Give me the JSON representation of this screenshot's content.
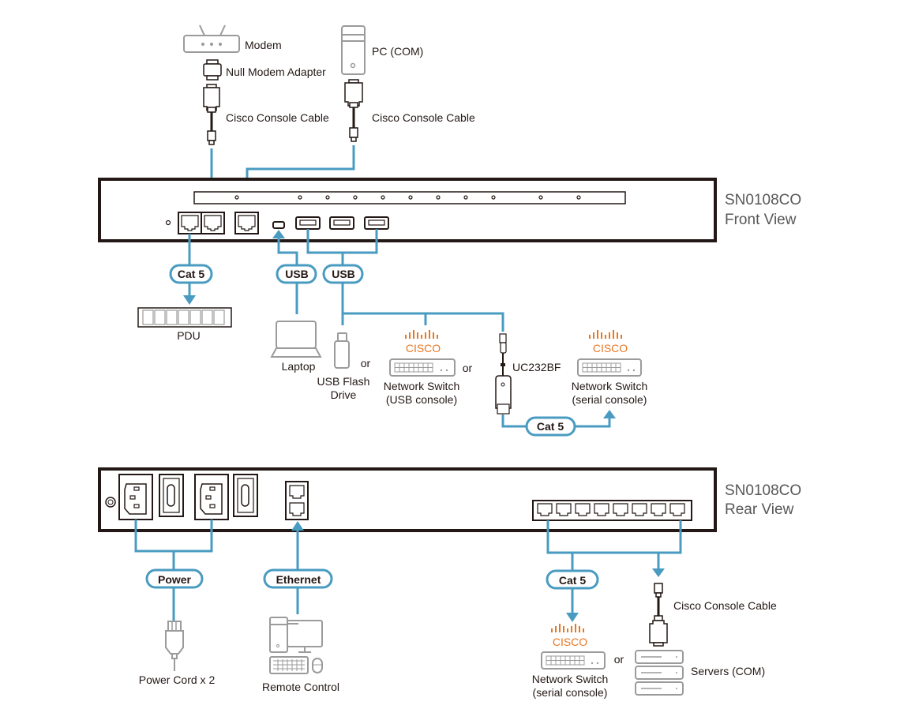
{
  "colors": {
    "cable": "#4a9bc1",
    "cisco_brand": "#e87722",
    "device_outline": "#231815",
    "peripheral_outline": "#9b9b9b",
    "view_label": "#595757"
  },
  "front": {
    "model": "SN0108CO",
    "view": "Front View",
    "top_devices": [
      {
        "label": "Modem",
        "icon": "modem-icon"
      },
      {
        "label": "Null Modem Adapter",
        "icon": "null-modem-adapter-icon"
      },
      {
        "label": "Cisco Console Cable",
        "icon": "console-cable-icon"
      },
      {
        "label": "PC (COM)",
        "icon": "pc-tower-icon"
      },
      {
        "label": "Cisco Console Cable",
        "icon": "console-cable-icon"
      }
    ],
    "connections": {
      "cat5": "Cat 5",
      "usb_laptop": "USB",
      "usb_devices": "USB",
      "cat5_uc232bf": "Cat 5"
    },
    "bottom_devices": {
      "pdu": "PDU",
      "laptop": "Laptop",
      "usb_flash_line1": "USB Flash",
      "usb_flash_line2": "Drive",
      "or1": "or",
      "cisco1": "CISCO",
      "switch_usb_line1": "Network Switch",
      "switch_usb_line2": "(USB console)",
      "or2": "or",
      "uc232bf": "UC232BF",
      "cisco2": "CISCO",
      "switch_serial_line1": "Network Switch",
      "switch_serial_line2": "(serial console)"
    }
  },
  "rear": {
    "model": "SN0108CO",
    "view": "Rear View",
    "connections": {
      "power": "Power",
      "ethernet": "Ethernet",
      "cat5": "Cat 5"
    },
    "devices": {
      "power_cord": "Power Cord x 2",
      "remote_control": "Remote Control",
      "cisco": "CISCO",
      "switch_line1": "Network Switch",
      "switch_line2": "(serial console)",
      "or": "or",
      "console_cable": "Cisco Console Cable",
      "servers": "Servers (COM)"
    }
  }
}
